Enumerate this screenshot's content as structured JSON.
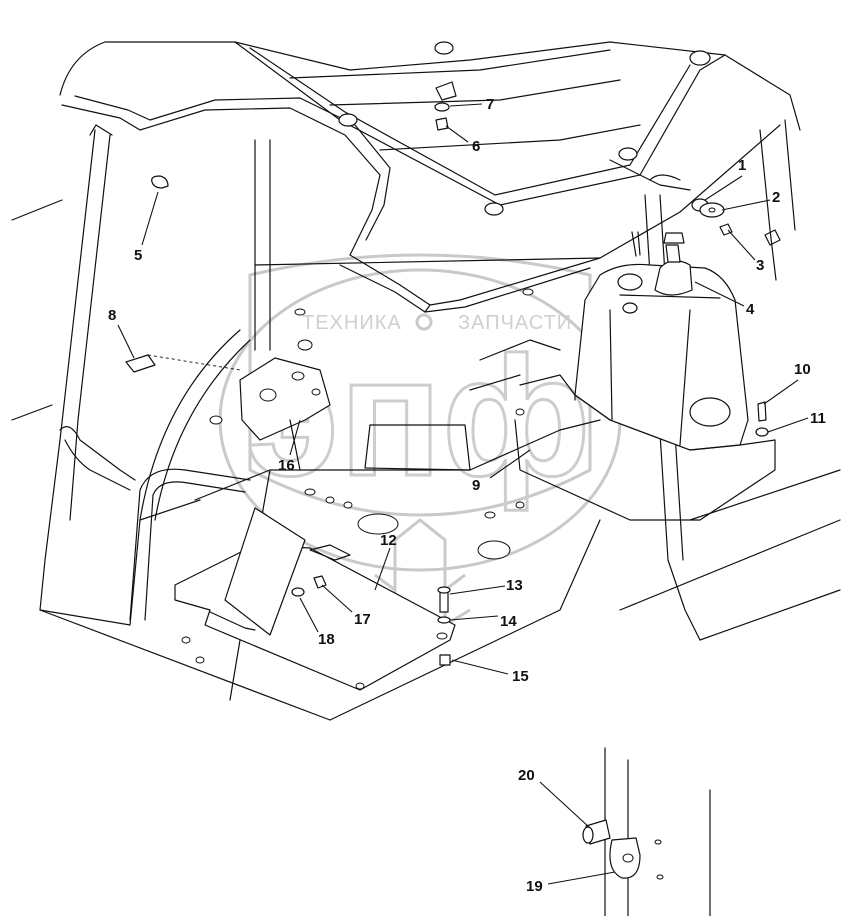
{
  "watermark": {
    "left_text": "ТЕХНИКА",
    "right_text": "ЗАПЧАСТИ",
    "logo_letters": "эпф"
  },
  "callouts": [
    {
      "id": "1",
      "label": "1"
    },
    {
      "id": "2",
      "label": "2"
    },
    {
      "id": "3",
      "label": "3"
    },
    {
      "id": "4",
      "label": "4"
    },
    {
      "id": "5",
      "label": "5"
    },
    {
      "id": "6",
      "label": "6"
    },
    {
      "id": "7",
      "label": "7"
    },
    {
      "id": "8",
      "label": "8"
    },
    {
      "id": "9",
      "label": "9"
    },
    {
      "id": "10",
      "label": "10"
    },
    {
      "id": "11",
      "label": "11"
    },
    {
      "id": "12",
      "label": "12"
    },
    {
      "id": "13",
      "label": "13"
    },
    {
      "id": "14",
      "label": "14"
    },
    {
      "id": "15",
      "label": "15"
    },
    {
      "id": "16",
      "label": "16"
    },
    {
      "id": "17",
      "label": "17"
    },
    {
      "id": "18",
      "label": "18"
    },
    {
      "id": "19",
      "label": "19"
    },
    {
      "id": "20",
      "label": "20"
    }
  ]
}
